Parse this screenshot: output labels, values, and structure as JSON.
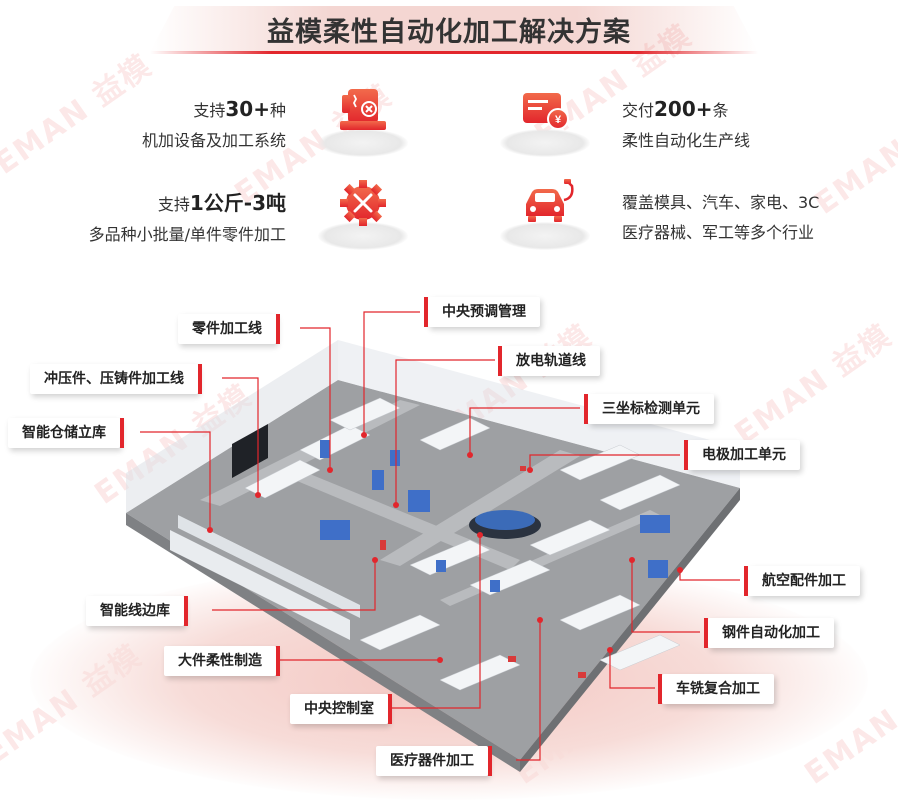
{
  "title": "益模柔性自动化加工解决方案",
  "features": {
    "equipment": {
      "prefix": "支持",
      "value": "30+",
      "suffix": "种",
      "line2": "机加设备及加工系统"
    },
    "delivery": {
      "prefix": "交付",
      "value": "200+",
      "suffix": "条",
      "line2": "柔性自动化生产线"
    },
    "weight": {
      "prefix": "支持",
      "value": "1公斤-3吨",
      "line2": "多品种小批量/单件零件加工"
    },
    "industries": {
      "line1": "覆盖模具、汽车、家电、3C",
      "line2": "医疗器械、军工等多个行业"
    }
  },
  "icons": {
    "equipment": "sewing-machine-icon",
    "delivery": "yen-card-icon",
    "weight": "gear-tools-icon",
    "industries": "electric-car-icon"
  },
  "labels": {
    "central_scheduling": "中央预调管理",
    "parts_line": "零件加工线",
    "edm_rail_line": "放电轨道线",
    "stamping_line": "冲压件、压铸件加工线",
    "cmm_unit": "三坐标检测单元",
    "smart_warehouse": "智能仓储立库",
    "electrode_unit": "电极加工单元",
    "aero_parts": "航空配件加工",
    "line_side_store": "智能线边库",
    "steel_auto": "钢件自动化加工",
    "large_flexible": "大件柔性制造",
    "turn_mill": "车铣复合加工",
    "control_room": "中央控制室",
    "medical_parts": "医疗器件加工"
  },
  "watermark": "EMAN 益模",
  "colors": {
    "accent": "#e2262c",
    "icon_gradient_start": "#f26a4b",
    "icon_gradient_end": "#e2262c"
  }
}
